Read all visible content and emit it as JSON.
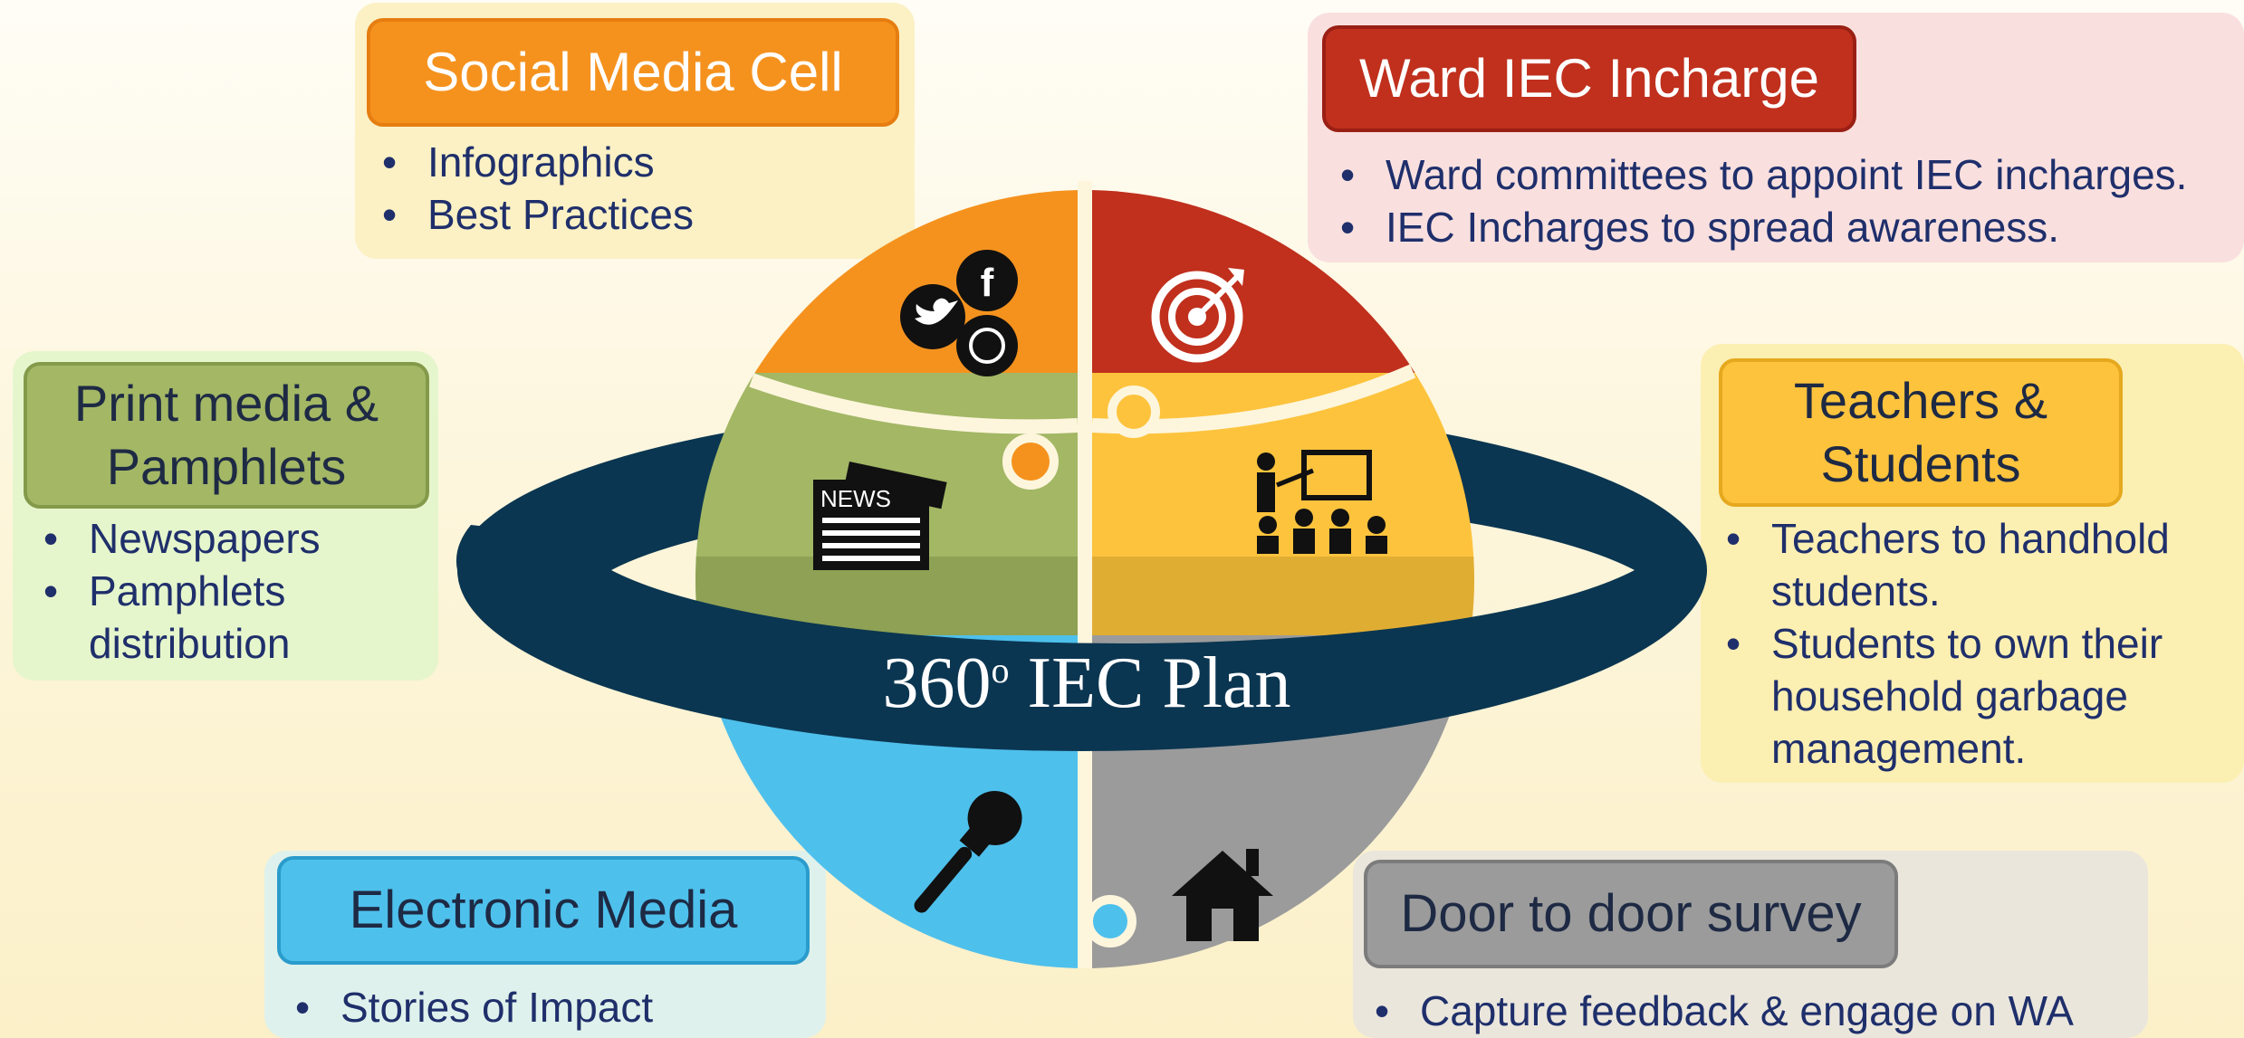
{
  "center": {
    "title_prefix": "360",
    "title_degree": "o",
    "title_suffix": " IEC Plan"
  },
  "segments": [
    {
      "name": "Social Media Cell",
      "items": [
        "Infographics",
        "Best Practices"
      ],
      "color": "#f5921e",
      "icon": "social-media-icons"
    },
    {
      "name": "Ward IEC Incharge",
      "items": [
        "Ward committees to appoint IEC incharges.",
        "IEC Incharges to spread awareness."
      ],
      "color": "#c0301d",
      "icon": "target-icon"
    },
    {
      "name": "Print media & Pamphlets",
      "name_lines": [
        "Print media &",
        "Pamphlets"
      ],
      "items": [
        "Newspapers",
        "Pamphlets distribution"
      ],
      "items_lines": [
        [
          "Newspapers"
        ],
        [
          "Pamphlets",
          "distribution"
        ]
      ],
      "color": "#a3b765",
      "icon": "newspaper-icon"
    },
    {
      "name": "Teachers & Students",
      "name_lines": [
        "Teachers &",
        "Students"
      ],
      "items": [
        "Teachers to handhold students.",
        "Students to own their household garbage management."
      ],
      "items_lines": [
        [
          "Teachers to handhold",
          "students."
        ],
        [
          "Students to own their",
          "household garbage",
          "management."
        ]
      ],
      "color": "#fdc33d",
      "icon": "classroom-icon"
    },
    {
      "name": "Electronic Media",
      "items": [
        "Stories of Impact"
      ],
      "color": "#4ec0ec",
      "icon": "news-microphone-icon"
    },
    {
      "name": "Door to door survey",
      "items": [
        "Capture feedback & engage on WA"
      ],
      "color": "#9b9b9b",
      "icon": "house-icon"
    }
  ],
  "colors": {
    "ring": "#0b3651",
    "text": "#1f2f6b"
  }
}
